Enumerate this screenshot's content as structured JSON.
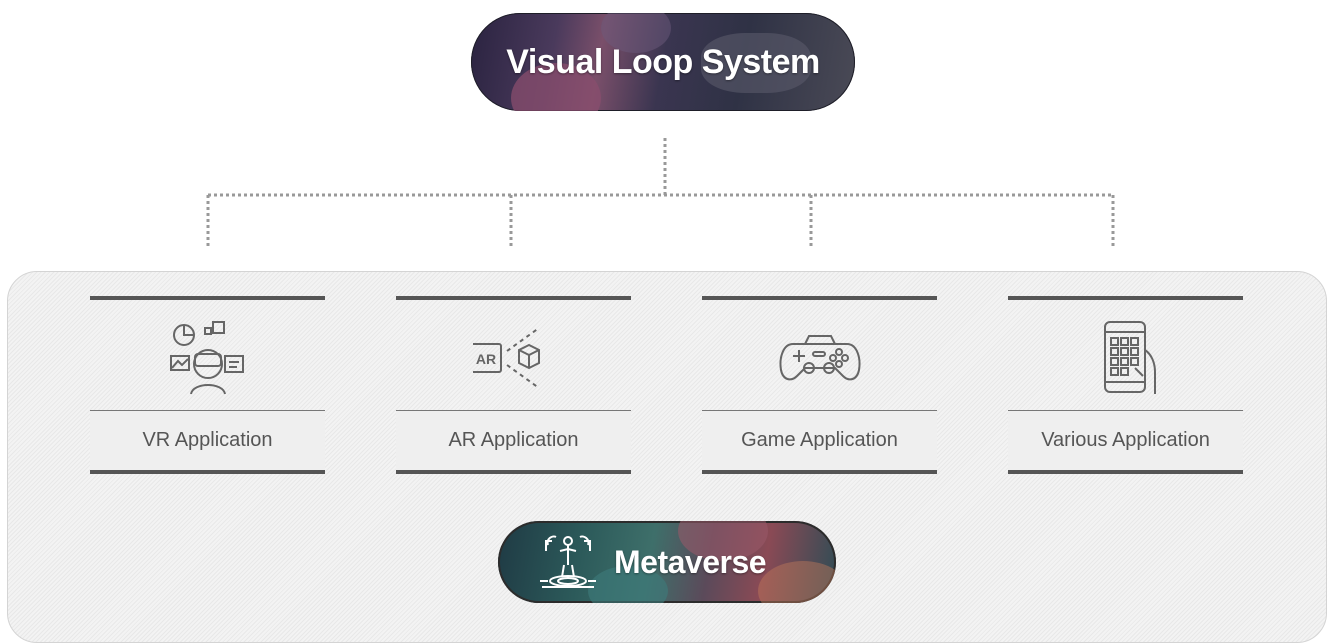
{
  "header": {
    "title": "Visual Loop System"
  },
  "applications": [
    {
      "label": "VR Application",
      "icon": "vr-headset-user-icon"
    },
    {
      "label": "AR Application",
      "icon": "ar-cube-icon"
    },
    {
      "label": "Game Application",
      "icon": "gamepad-icon"
    },
    {
      "label": "Various Application",
      "icon": "tablet-hand-icon"
    }
  ],
  "footer": {
    "label": "Metaverse",
    "icon": "metaverse-avatar-icon"
  },
  "colors": {
    "card_bar": "#555555",
    "label_text": "#555555",
    "label_bg": "#efefef",
    "connector": "#999999"
  }
}
